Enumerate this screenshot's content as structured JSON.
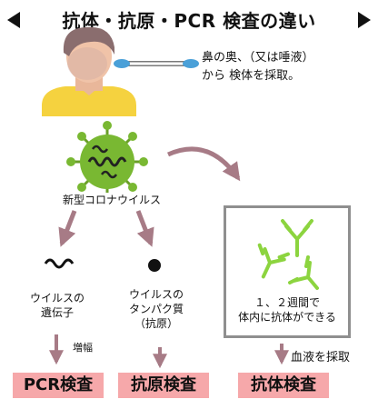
{
  "title": "抗体・抗原・PCR 検査の違い",
  "swab_note": {
    "line1": "鼻の奥、（又は唾液）",
    "line2": "から 検体を採取。"
  },
  "virus_label": "新型コロナウイルス",
  "gene": {
    "line1": "ウイルスの",
    "line2": "遺伝子"
  },
  "amplify": "増幅",
  "protein": {
    "line1": "ウイルスの",
    "line2": "タンパク質",
    "line3": "（抗原）"
  },
  "antibody_note": {
    "line1": "１、２週間で",
    "line2": "体内に抗体ができる"
  },
  "blood": "血液を採取",
  "tests": {
    "pcr": "PCR検査",
    "antigen": "抗原検査",
    "antibody": "抗体検査"
  },
  "colors": {
    "badge": "#f6a8aa",
    "arrow": "#a77b86",
    "virus": "#79b832",
    "antibody": "#8cd43f",
    "box_border": "#8f8f8f"
  }
}
